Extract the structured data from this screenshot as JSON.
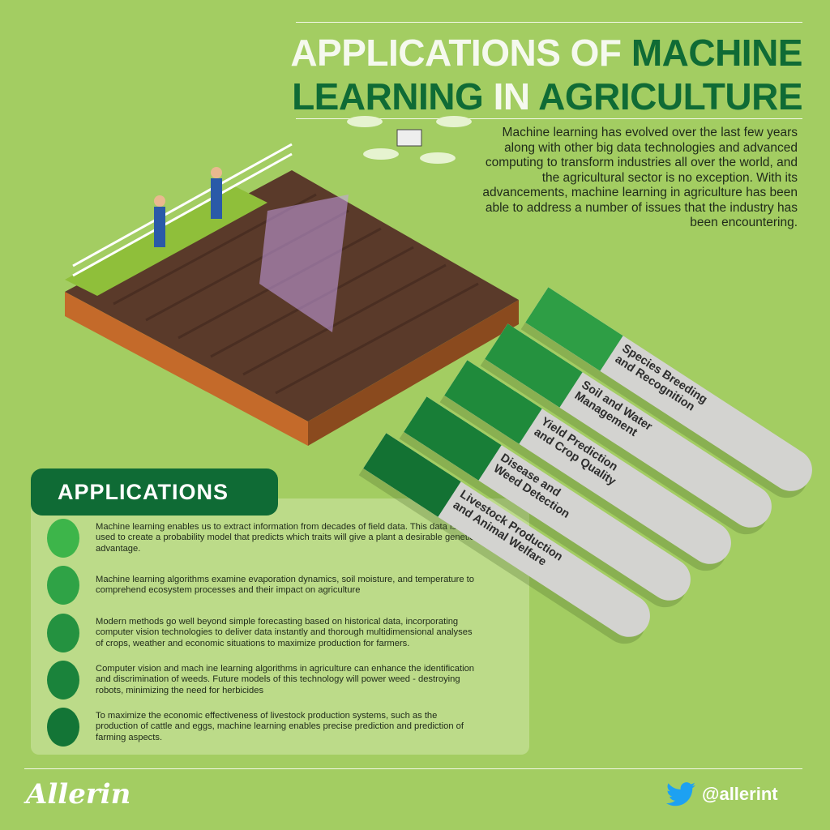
{
  "title": {
    "line1_white": "APPLICATIONS OF ",
    "line1_green": "MACHINE",
    "line2_green_a": "LEARNING ",
    "line2_white": "IN ",
    "line2_green_b": "AGRICULTURE"
  },
  "intro": "Machine learning has evolved over the last few years along with other big data technologies and advanced computing to transform industries all over the world, and the agricultural sector is no exception. With its advancements, machine learning in agriculture has been able to address a number of issues that the industry has been encountering.",
  "categories": [
    {
      "line1": "Species Breeding",
      "line2": "and Recognition",
      "color": "#2e9e45"
    },
    {
      "line1": "Soil and Water",
      "line2": "Management",
      "color": "#25923f"
    },
    {
      "line1": "Yield Prediction",
      "line2": "and Crop Quality",
      "color": "#1f8a3b"
    },
    {
      "line1": "Disease and",
      "line2": "Weed Detection",
      "color": "#187e37"
    },
    {
      "line1": "Livestock Production",
      "line2": "and Animal Welfare",
      "color": "#137233"
    }
  ],
  "applications_heading": "APPLICATIONS",
  "applications": [
    {
      "text": "Machine learning enables us to extract information from decades of field data. This data is used to create a probability model that predicts which traits will give a plant a desirable genetic advantage.",
      "color": "#3db54a"
    },
    {
      "text": "Machine learning algorithms examine evaporation dynamics, soil moisture, and temperature to comprehend ecosystem processes and their impact on agriculture",
      "color": "#2fa346"
    },
    {
      "text": "Modern methods go well beyond simple forecasting based on historical data, incorporating computer vision technologies to deliver data instantly and thorough multidimensional analyses of crops, weather and economic situations to maximize production for farmers.",
      "color": "#249240"
    },
    {
      "text": "Computer vision and mach ine learning algorithms in agriculture can enhance the identification and discrimination of weeds. Future models of this technology will power weed - destroying robots, minimizing the need for herbicides",
      "color": "#1a833b"
    },
    {
      "text": "To maximize the economic effectiveness of livestock production systems, such as the production of cattle and eggs, machine learning enables precise prediction and prediction of farming aspects.",
      "color": "#137536"
    }
  ],
  "footer": {
    "logo": "Allerin",
    "handle": "@allerint"
  }
}
